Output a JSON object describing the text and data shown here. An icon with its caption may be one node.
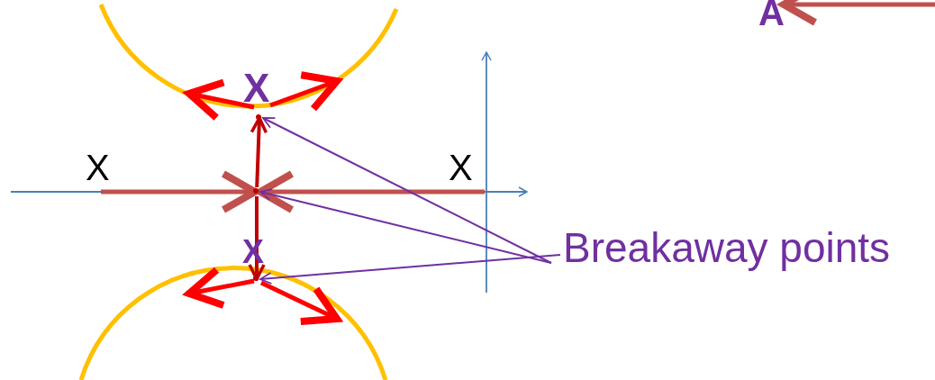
{
  "diagram": {
    "nodes": [
      {
        "text": [
          "Breakaway points"
        ]
      },
      {
        "text": [],
        "shape": "point"
      },
      {
        "text": [],
        "shape": "point"
      },
      {
        "text": [],
        "shape": "point"
      }
    ],
    "edges": [
      {
        "from": 0,
        "to": 1,
        "arrow": "to"
      },
      {
        "from": 0,
        "to": 2,
        "arrow": "to"
      },
      {
        "from": 0,
        "to": 3,
        "arrow": "to"
      },
      {
        "from": 2,
        "to": 1,
        "arrow": "to",
        "style": "thick",
        "color": "#c00000"
      },
      {
        "from": 2,
        "to": 3,
        "arrow": "to",
        "style": "thick",
        "color": "#c00000"
      }
    ],
    "labels": [
      "A",
      "X",
      "X",
      "X",
      "X"
    ]
  }
}
